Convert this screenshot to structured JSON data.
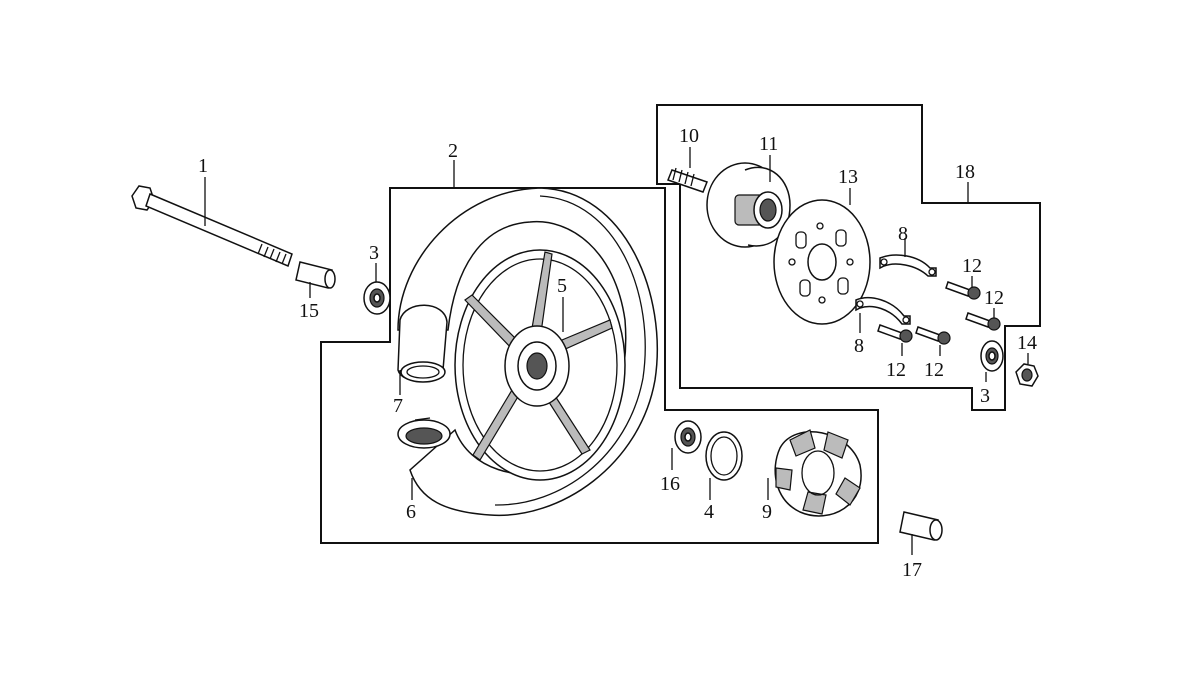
{
  "callouts": [
    {
      "id": "c1",
      "label": "1"
    },
    {
      "id": "c2",
      "label": "2"
    },
    {
      "id": "c3a",
      "label": "3"
    },
    {
      "id": "c3b",
      "label": "3"
    },
    {
      "id": "c4",
      "label": "4"
    },
    {
      "id": "c5",
      "label": "5"
    },
    {
      "id": "c6",
      "label": "6"
    },
    {
      "id": "c7",
      "label": "7"
    },
    {
      "id": "c8a",
      "label": "8"
    },
    {
      "id": "c8b",
      "label": "8"
    },
    {
      "id": "c9",
      "label": "9"
    },
    {
      "id": "c10",
      "label": "10"
    },
    {
      "id": "c11",
      "label": "11"
    },
    {
      "id": "c12a",
      "label": "12"
    },
    {
      "id": "c12b",
      "label": "12"
    },
    {
      "id": "c12c",
      "label": "12"
    },
    {
      "id": "c12d",
      "label": "12"
    },
    {
      "id": "c13",
      "label": "13"
    },
    {
      "id": "c14",
      "label": "14"
    },
    {
      "id": "c15",
      "label": "15"
    },
    {
      "id": "c16",
      "label": "16"
    },
    {
      "id": "c17",
      "label": "17"
    },
    {
      "id": "c18",
      "label": "18"
    }
  ]
}
